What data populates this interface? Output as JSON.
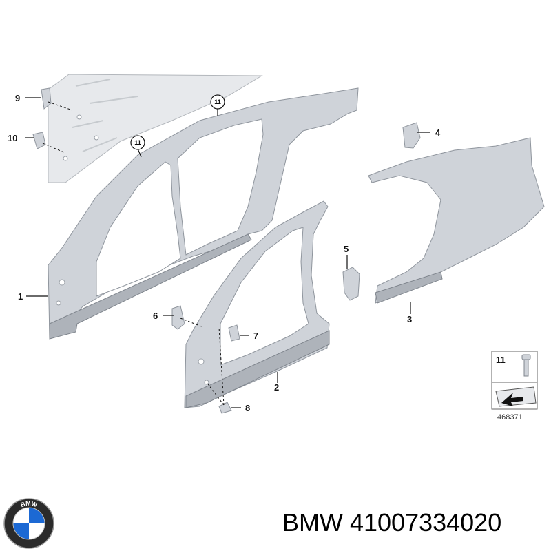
{
  "diagram": {
    "callouts": {
      "c1": "1",
      "c2": "2",
      "c3": "3",
      "c4": "4",
      "c5": "5",
      "c6": "6",
      "c7": "7",
      "c8": "8",
      "c9": "9",
      "c10": "10",
      "c11a": "11",
      "c11b": "11"
    },
    "legend": {
      "part_number": "11"
    },
    "reference_number": "468371"
  },
  "brand": {
    "logo_text": "BMW",
    "caption": "BMW 41007334020"
  },
  "colors": {
    "panel": "#cfd3d9",
    "panel_light": "#e7e9ec",
    "logo_blue": "#1c69d4"
  }
}
